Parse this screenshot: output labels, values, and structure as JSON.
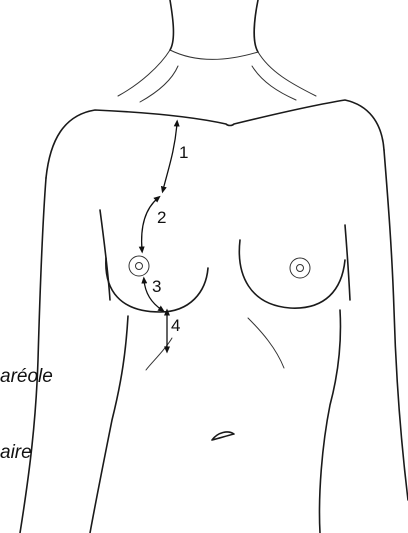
{
  "figure": {
    "measurements": [
      {
        "label": "1"
      },
      {
        "label": "2"
      },
      {
        "label": "3"
      },
      {
        "label": "4"
      }
    ],
    "side_labels": {
      "line_1": "aréole",
      "line_2": "aire"
    }
  }
}
